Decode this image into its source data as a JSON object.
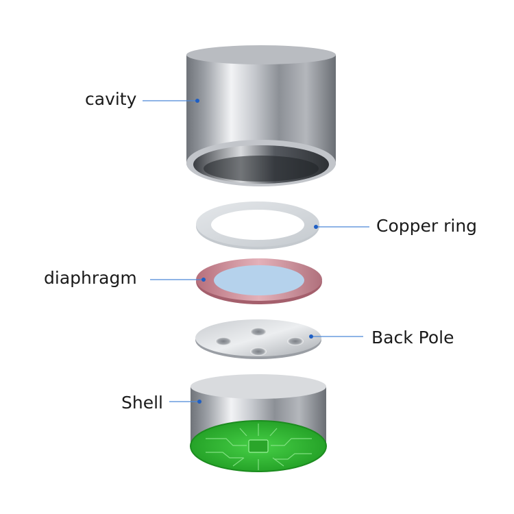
{
  "labels": {
    "cavity": "cavity",
    "copper_ring": "Copper ring",
    "diaphragm": "diaphragm",
    "back_pole": "Back Pole",
    "shell": "Shell"
  },
  "colors": {
    "leader_line": "#4a86d8",
    "leader_dot": "#1f5fc4",
    "metal_dark": "#6d7178",
    "metal_light": "#eef0f2",
    "diaphragm_ring": "#c98b95",
    "diaphragm_center": "#b5d2ec",
    "pcb_green": "#2fb52f"
  }
}
